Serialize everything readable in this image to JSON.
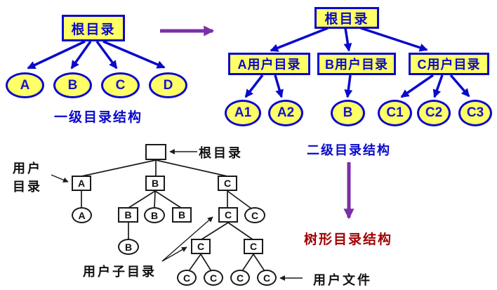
{
  "colors": {
    "node_fill": "#ffff66",
    "node_stroke": "#0909cc",
    "blue_text": "#0909cc",
    "purple_arrow": "#7b2fa8",
    "red_caption": "#a00000",
    "tree_black": "#1a1a1a"
  },
  "level1": {
    "root_label": "根目录",
    "children": [
      "A",
      "B",
      "C",
      "D"
    ],
    "caption": "一级目录结构"
  },
  "level2": {
    "root_label": "根目录",
    "dir_labels": [
      "A用户目录",
      "B用户目录",
      "C用户目录"
    ],
    "file_labels": [
      "A1",
      "A2",
      "B",
      "C1",
      "C2",
      "C3"
    ],
    "caption": "二级目录结构"
  },
  "tree": {
    "caption": "树形目录结构",
    "annotations": {
      "root": "根目录",
      "user_dir_line1": "用户",
      "user_dir_line2": "目录",
      "user_subdir": "用户子目录",
      "user_file": "用户文件"
    },
    "nodes": [
      {
        "shape": "box",
        "letter": ""
      },
      {
        "shape": "box",
        "letter": "A"
      },
      {
        "shape": "box",
        "letter": "B"
      },
      {
        "shape": "box",
        "letter": "C"
      },
      {
        "shape": "ellipse",
        "letter": "A"
      },
      {
        "shape": "box",
        "letter": "B"
      },
      {
        "shape": "ellipse",
        "letter": "B"
      },
      {
        "shape": "box",
        "letter": "B"
      },
      {
        "shape": "box",
        "letter": "C"
      },
      {
        "shape": "ellipse",
        "letter": "C"
      },
      {
        "shape": "ellipse",
        "letter": "B"
      },
      {
        "shape": "box",
        "letter": "C"
      },
      {
        "shape": "box",
        "letter": "C"
      },
      {
        "shape": "ellipse",
        "letter": "C"
      },
      {
        "shape": "ellipse",
        "letter": "C"
      },
      {
        "shape": "ellipse",
        "letter": "C"
      },
      {
        "shape": "ellipse",
        "letter": "C"
      }
    ]
  }
}
